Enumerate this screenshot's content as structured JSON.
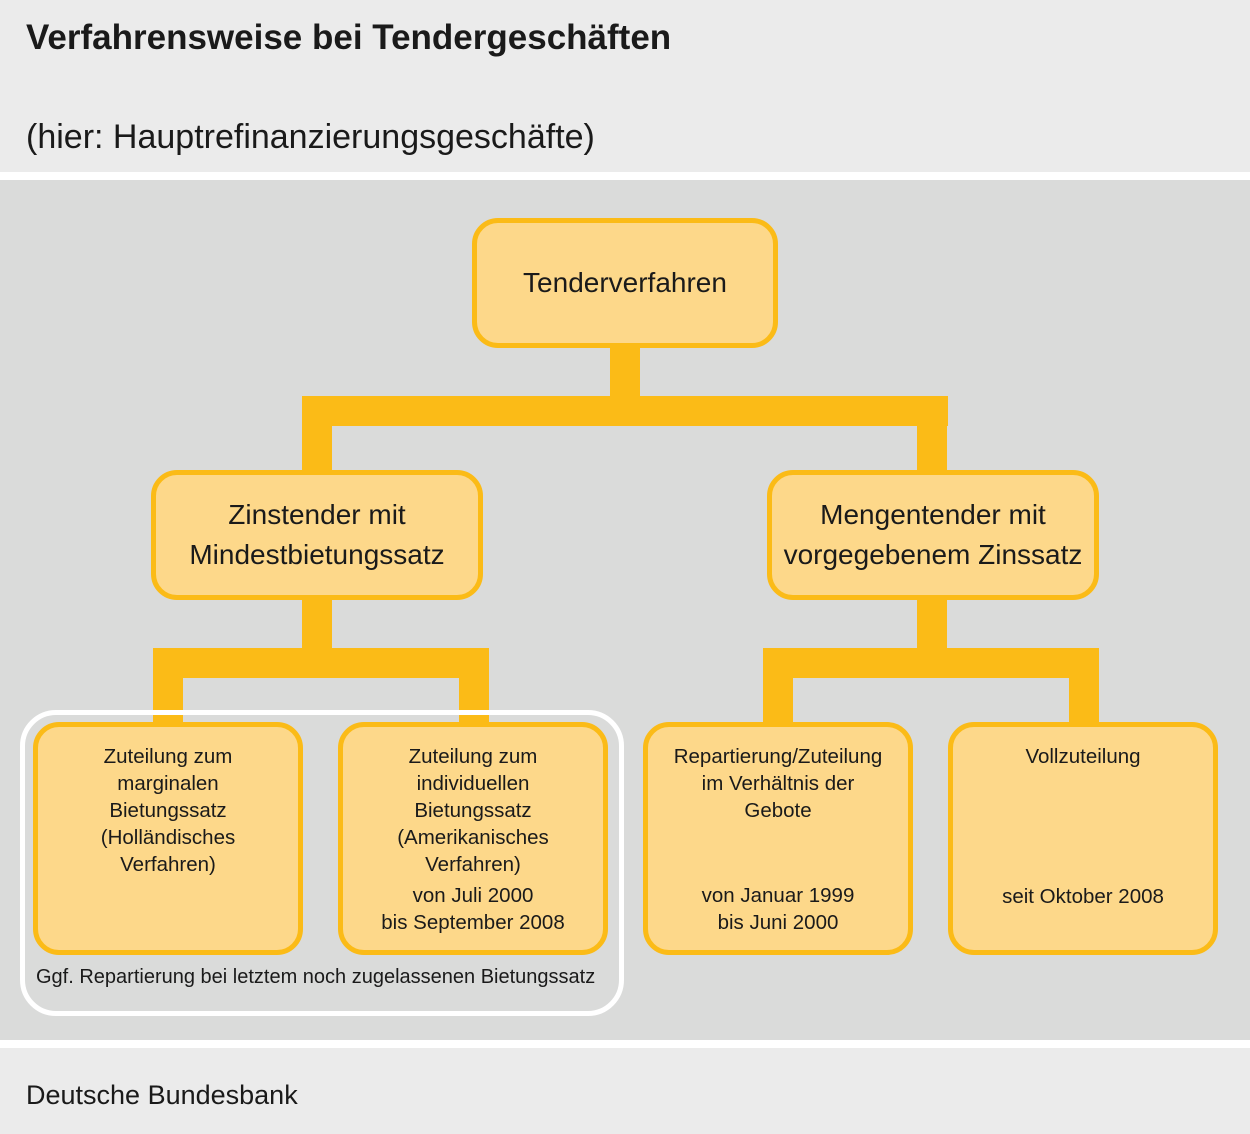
{
  "header": {
    "title": "Verfahrensweise bei Tendergeschäften",
    "subtitle": "(hier: Hauptrefinanzierungsgeschäfte)"
  },
  "diagram": {
    "root": "Tenderverfahren",
    "left": {
      "label": [
        "Zinstender mit",
        "Mindestbietungssatz"
      ],
      "children": [
        {
          "lines": [
            "Zuteilung zum",
            "marginalen",
            "Bietungssatz",
            "(Holländisches",
            "Verfahren)"
          ],
          "date": []
        },
        {
          "lines": [
            "Zuteilung zum",
            "individuellen",
            "Bietungssatz",
            "(Amerikanisches",
            "Verfahren)"
          ],
          "date": [
            "von Juli 2000",
            "bis September 2008"
          ]
        }
      ],
      "note": "Ggf. Repartierung bei letztem noch zugelassenen Bietungssatz"
    },
    "right": {
      "label": [
        "Mengentender mit",
        "vorgegebenem Zinssatz"
      ],
      "children": [
        {
          "lines": [
            "Repartierung/Zuteilung",
            "im Verhältnis der",
            "Gebote"
          ],
          "date": [
            "von Januar 1999",
            "bis Juni 2000"
          ]
        },
        {
          "lines": [
            "Vollzuteilung"
          ],
          "date": [
            "seit Oktober 2008"
          ]
        }
      ]
    }
  },
  "colors": {
    "border": "#fbbb17",
    "fill": "#fdd88a",
    "panel": "#dadbda"
  },
  "footer": {
    "source": "Deutsche Bundesbank"
  }
}
